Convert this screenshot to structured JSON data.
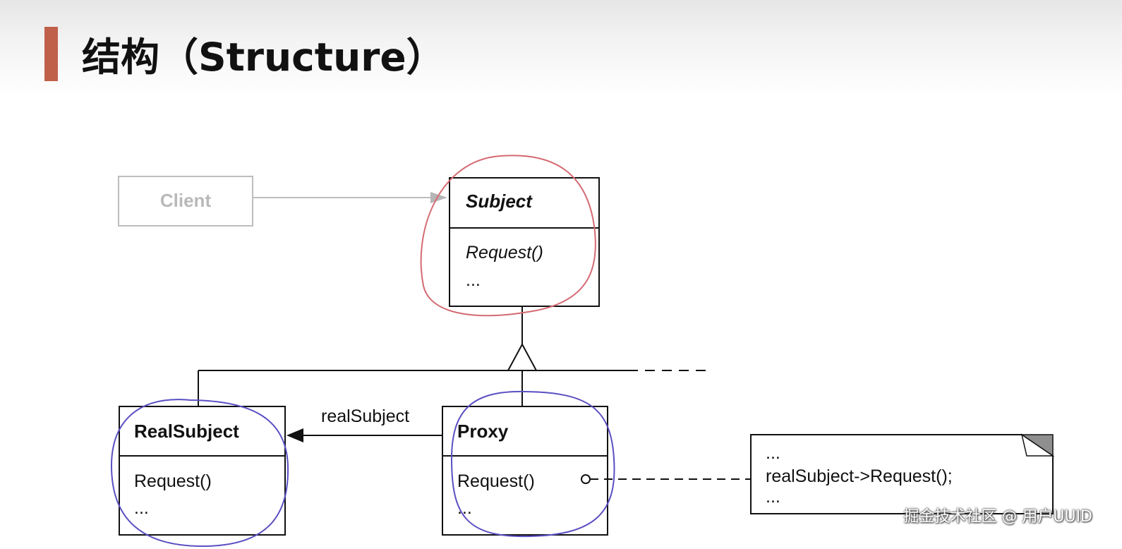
{
  "header": {
    "title": "结构（Structure）",
    "accent_color": "#c0604a"
  },
  "diagram": {
    "client": {
      "name": "Client"
    },
    "subject": {
      "name": "Subject",
      "operation": "Request()",
      "more": "..."
    },
    "real_subject": {
      "name": "RealSubject",
      "operation": "Request()",
      "more": "..."
    },
    "proxy": {
      "name": "Proxy",
      "operation": "Request()",
      "more": "..."
    },
    "association_label": "realSubject",
    "note": {
      "line1": "...",
      "line2": "realSubject->Request();",
      "line3": "..."
    },
    "highlight_colors": {
      "subject": "#d46a72",
      "real_subject": "#5a4fc2",
      "proxy": "#5a4fc2"
    }
  },
  "watermark": "掘金技术社区 @ 用户UUID"
}
